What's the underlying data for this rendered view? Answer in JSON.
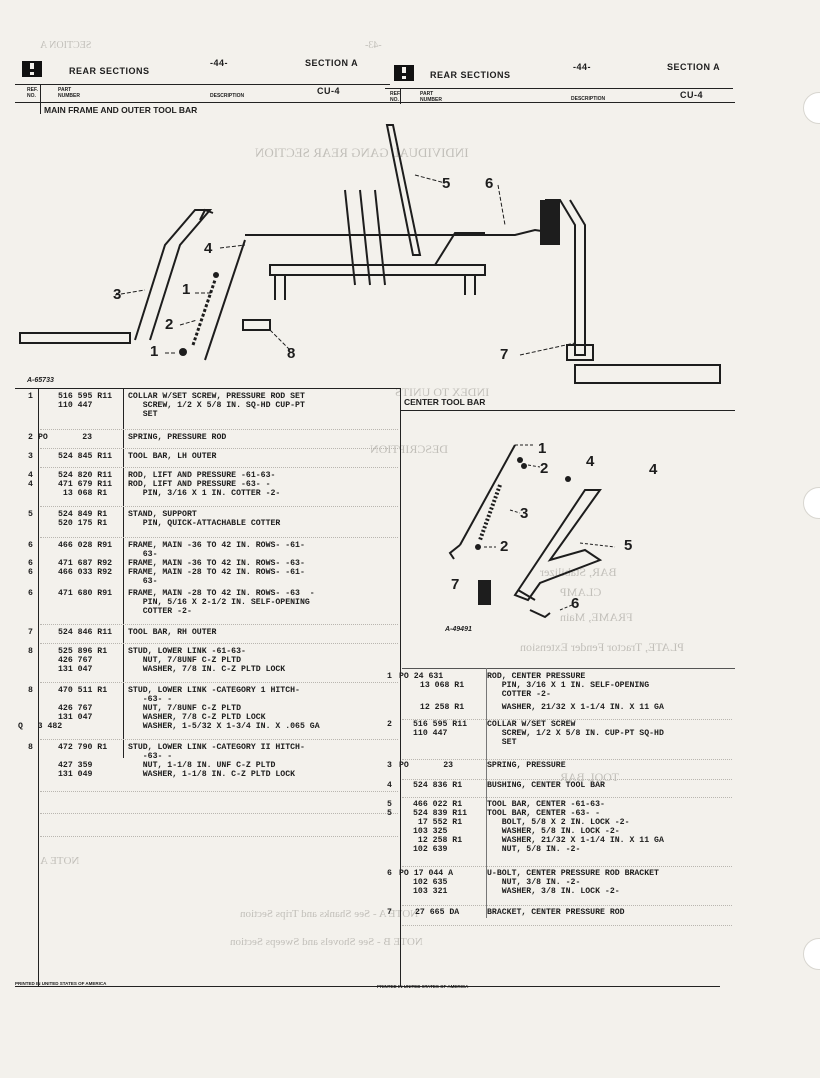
{
  "header": {
    "left": {
      "section_name": "REAR SECTIONS",
      "page": "-44-",
      "section": "SECTION A",
      "code": "CU-4"
    },
    "right": {
      "section_name": "REAR SECTIONS",
      "page": "-44-",
      "section": "SECTION A",
      "code": "CU-4"
    },
    "col_ref": "REF.\nNO.",
    "col_part": "PART\nNUMBER",
    "col_desc": "DESCRIPTION"
  },
  "left_title": "MAIN FRAME AND OUTER TOOL BAR",
  "right_title": "CENTER TOOL BAR",
  "figure_left_label": "A-65733",
  "figure_right_label": "A-49491",
  "left_entries": [
    {
      "ref": "1",
      "lines": [
        [
          "516 595 R11",
          "COLLAR W/SET SCREW, PRESSURE ROD SET"
        ],
        [
          "110 447",
          "   SCREW, 1/2 X 5/8 IN. SQ-HD CUP-PT"
        ],
        [
          "",
          "   SET"
        ]
      ]
    },
    {
      "ref": "2",
      "lines": [
        [
          "PO       23",
          "SPRING, PRESSURE ROD"
        ]
      ]
    },
    {
      "ref": "3",
      "lines": [
        [
          "524 845 R11",
          "TOOL BAR, LH OUTER"
        ]
      ]
    },
    {
      "ref": "4",
      "lines": [
        [
          "524 820 R11",
          "ROD, LIFT AND PRESSURE -61-63-"
        ],
        [
          "471 679 R11",
          "ROD, LIFT AND PRESSURE -63- -"
        ],
        [
          " 13 068 R1",
          "   PIN, 3/16 X 1 IN. COTTER -2-"
        ]
      ]
    },
    {
      "ref": "5",
      "lines": [
        [
          "524 849 R1",
          "STAND, SUPPORT"
        ],
        [
          "520 175 R1",
          "   PIN, QUICK-ATTACHABLE COTTER"
        ]
      ]
    },
    {
      "ref": "6",
      "lines": [
        [
          "466 028 R91",
          "FRAME, MAIN -36 TO 42 IN. ROWS- -61-"
        ],
        [
          "",
          "   63-"
        ],
        [
          "471 687 R92",
          "FRAME, MAIN -36 TO 42 IN. ROWS- -63-"
        ],
        [
          "466 033 R92",
          "FRAME, MAIN -28 TO 42 IN. ROWS- -61-"
        ],
        [
          "",
          "   63-"
        ],
        [
          "471 680 R91",
          "FRAME, MAIN -28 TO 42 IN. ROWS- -63  -"
        ],
        [
          "",
          "   PIN, 5/16 X 2-1/2 IN. SELF-OPENING"
        ],
        [
          "",
          "   COTTER -2-"
        ]
      ]
    },
    {
      "ref": "7",
      "lines": [
        [
          "524 846 R11",
          "TOOL BAR, RH OUTER"
        ]
      ]
    },
    {
      "ref": "8",
      "lines": [
        [
          "525 896 R1",
          "STUD, LOWER LINK -61-63-"
        ],
        [
          "426 767",
          "   NUT, 7/8UNF C-Z PLTD"
        ],
        [
          "131 047",
          "   WASHER, 7/8 IN. C-Z PLTD LOCK"
        ]
      ]
    },
    {
      "ref": "8",
      "lines": [
        [
          "470 511 R1",
          "STUD, LOWER LINK -CATEGORY 1 HITCH-"
        ],
        [
          "",
          "   -63- -"
        ],
        [
          "426 767",
          "   NUT, 7/8UNF C-Z PLTD"
        ],
        [
          "131 047",
          "   WASHER, 7/8 C-Z PLTD LOCK"
        ],
        [
          "Q   3 482",
          "   WASHER, 1-5/32 X 1-3/4 IN. X .065 GA"
        ]
      ]
    },
    {
      "ref": "8",
      "lines": [
        [
          "472 790 R1",
          "STUD, LOWER LINK -CATEGORY II HITCH-"
        ],
        [
          "",
          "   -63- -"
        ],
        [
          "427 359",
          "   NUT, 1-1/8 IN. UNF C-Z PLTD"
        ],
        [
          "131 049",
          "   WASHER, 1-1/8 IN. C-Z PLTD LOCK"
        ]
      ]
    }
  ],
  "right_entries": [
    {
      "ref": "1",
      "lines": [
        [
          "PO 24 631",
          "ROD, CENTER PRESSURE"
        ],
        [
          " 13 068 R1",
          "   PIN, 3/16 X 1 IN. SELF-OPENING"
        ],
        [
          "",
          "   COTTER -2-"
        ],
        [
          " 12 258 R1",
          "   WASHER, 21/32 X 1-1/4 IN. X 11 GA"
        ]
      ]
    },
    {
      "ref": "2",
      "lines": [
        [
          "516 595 R11",
          "COLLAR W/SET SCREW"
        ],
        [
          "110 447",
          "   SCREW, 1/2 X 5/8 IN. CUP-PT SQ-HD"
        ],
        [
          "",
          "   SET"
        ]
      ]
    },
    {
      "ref": "3",
      "lines": [
        [
          "PO       23",
          "SPRING, PRESSURE"
        ]
      ]
    },
    {
      "ref": "4",
      "lines": [
        [
          "524 836 R1",
          "BUSHING, CENTER TOOL BAR"
        ]
      ]
    },
    {
      "ref": "5",
      "lines": [
        [
          "466 022 R1",
          "TOOL BAR, CENTER -61-63-"
        ],
        [
          "524 839 R11",
          "TOOL BAR, CENTER -63- -"
        ],
        [
          " 17 552 R1",
          "   BOLT, 5/8 X 2 IN. LOCK -2-"
        ],
        [
          "103 325",
          "   WASHER, 5/8 IN. LOCK -2-"
        ],
        [
          " 12 258 R1",
          "   WASHER, 21/32 X 1-1/4 IN. X 11 GA"
        ],
        [
          "102 639",
          "   NUT, 5/8 IN. -2-"
        ]
      ]
    },
    {
      "ref": "6",
      "lines": [
        [
          "PO 17 044 A",
          "U-BOLT, CENTER PRESSURE ROD BRACKET"
        ],
        [
          "102 635",
          "   NUT, 3/8 IN. -2-"
        ],
        [
          "103 321",
          "   WASHER, 3/8 IN. LOCK -2-"
        ]
      ]
    },
    {
      "ref": "7",
      "lines": [
        [
          "27 665 DA",
          "BRACKET, CENTER PRESSURE ROD"
        ]
      ]
    }
  ],
  "footer": {
    "left": "PRINTED IN UNITED STATES OF AMERICA",
    "right": "PRINTED IN UNITED STATES OF AMERICA"
  },
  "callouts_left": [
    "1",
    "2",
    "3",
    "1",
    "4",
    "5",
    "6",
    "7",
    "8"
  ],
  "callouts_right": [
    "1",
    "2",
    "3",
    "4",
    "4",
    "5",
    "2",
    "6",
    "7"
  ]
}
